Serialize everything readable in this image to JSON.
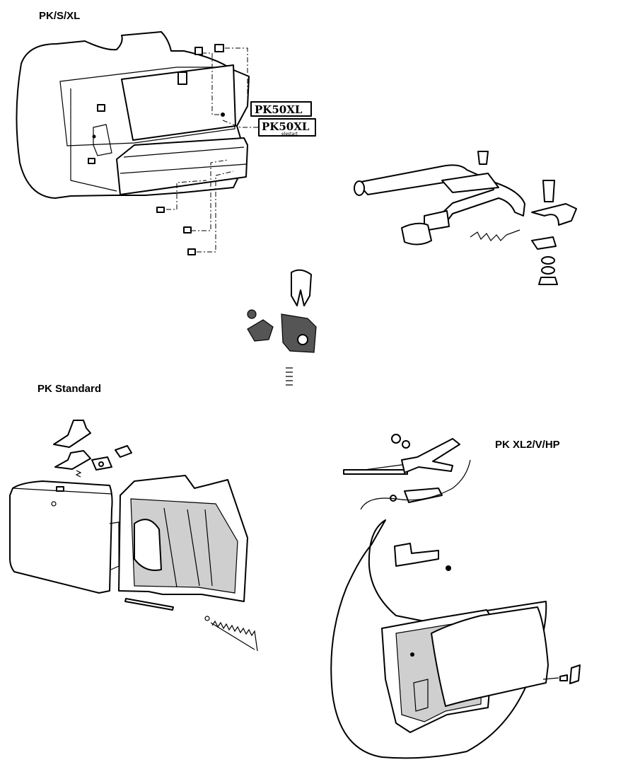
{
  "labels": {
    "pk_s_xl": "PK/S/XL",
    "pk_standard": "PK Standard",
    "pk_xl2": "PK XL2/V/HP"
  },
  "badges": {
    "badge1": "PK50XL",
    "badge2": "PK50XL",
    "badge2_sub": "elestart"
  }
}
